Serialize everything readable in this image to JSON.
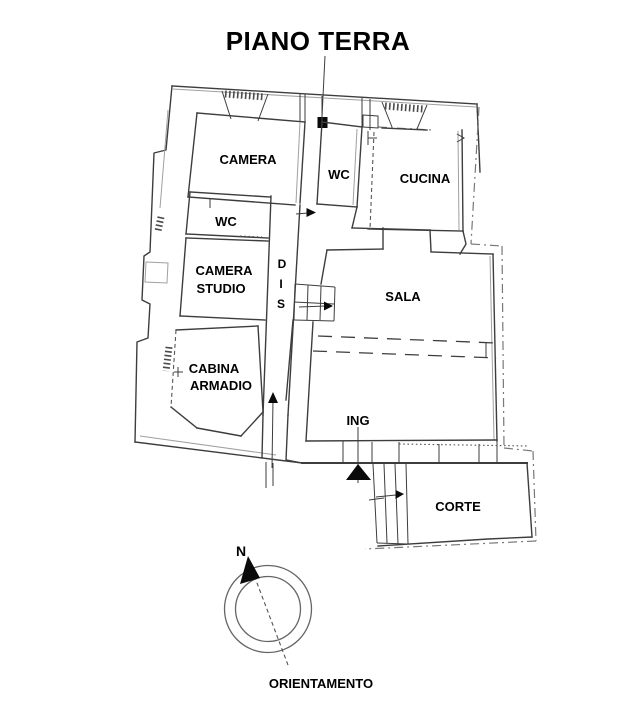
{
  "title": "PIANO TERRA",
  "rooms": {
    "camera": "CAMERA",
    "wc_top": "WC",
    "cucina": "CUCINA",
    "wc_mid": "WC",
    "camera_studio": {
      "line1": "CAMERA",
      "line2": "STUDIO"
    },
    "dis": {
      "d": "D",
      "i": "I",
      "s": "S"
    },
    "sala": "SALA",
    "cabina_armadio": {
      "line1": "CABINA",
      "line2": "ARMADIO"
    },
    "ing": "ING",
    "corte": "CORTE"
  },
  "compass": {
    "north_label": "N",
    "caption": "ORIENTAMENTO"
  },
  "colors": {
    "wall": "#3d3d3d",
    "boundary": "#787878",
    "text": "#000000",
    "background": "#ffffff"
  }
}
